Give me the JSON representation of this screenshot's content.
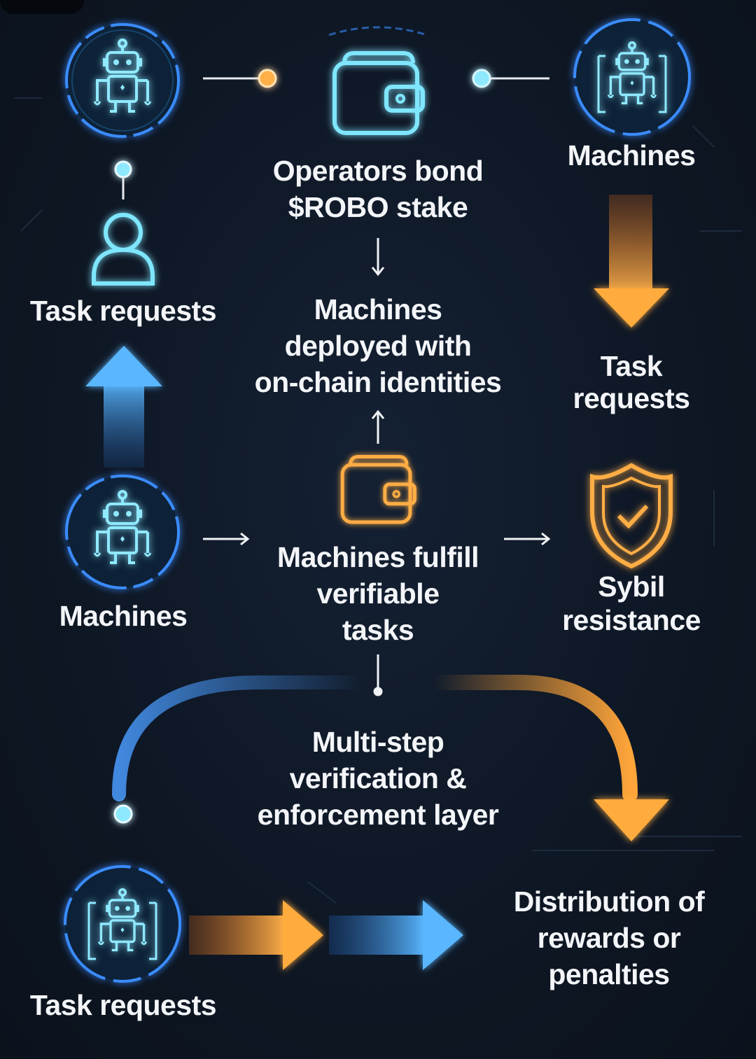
{
  "nodes": {
    "operators_bond": "Operators bond\n$ROBO stake",
    "machines_top_right": "Machines",
    "task_requests_left": "Task requests",
    "machines_deployed": "Machines\ndeployed with\non-chain identities",
    "task_requests_right": "Task\nrequests",
    "machines_left": "Machines",
    "machines_fulfill": "Machines fulfill\nverifiable\ntasks",
    "sybil_resistance": "Sybil\nresistance",
    "verification_layer": "Multi-step\nverification &\nenforcement layer",
    "task_requests_bottom": "Task requests",
    "distribution": "Distribution of\nrewards or\npenalties"
  },
  "icons": {
    "robot_top_left": "robot-icon",
    "wallet_top": "wallet-icon",
    "robot_top_right": "framed-robot-icon",
    "user": "user-icon",
    "robot_mid_left": "robot-icon",
    "wallet_mid": "wallet-icon",
    "shield": "shield-check-icon",
    "robot_bottom_left": "framed-robot-icon"
  },
  "colors": {
    "background": "#0d1520",
    "blue_accent": "#3aa8ff",
    "cyan_line": "#6fe3ff",
    "orange_accent": "#ffa53a",
    "text": "#f3f5f8"
  }
}
